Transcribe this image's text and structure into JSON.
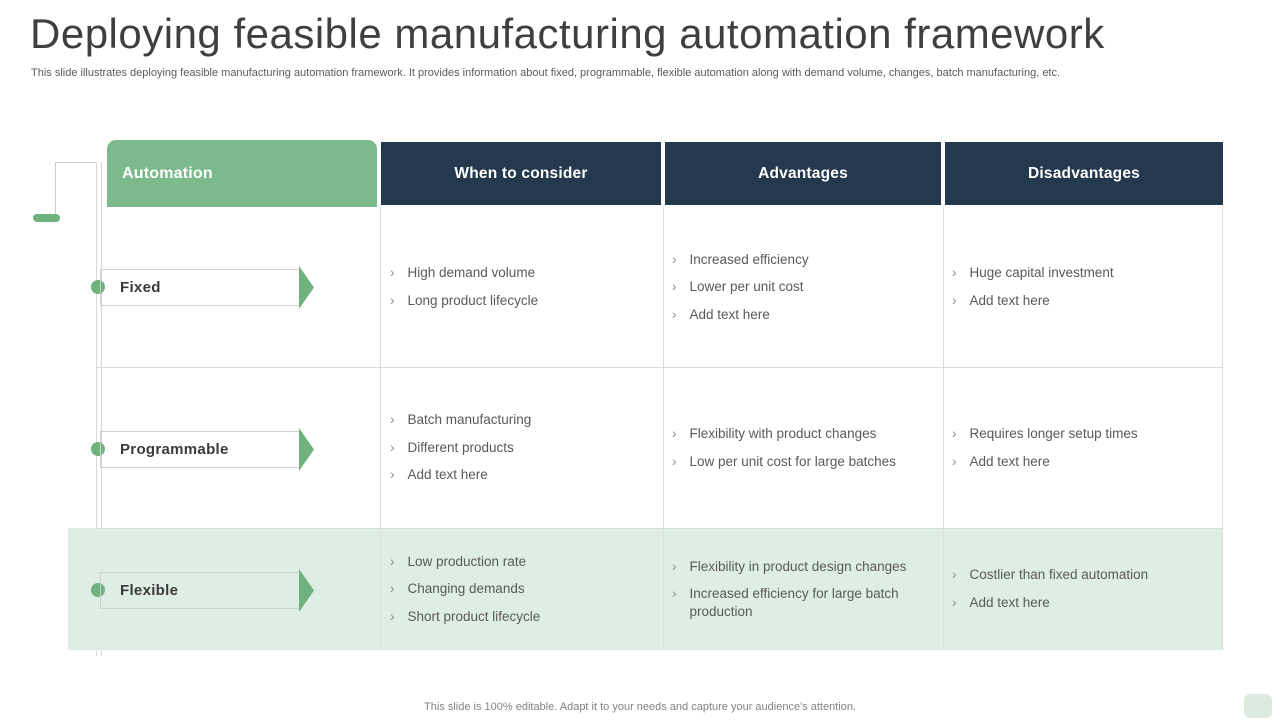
{
  "slide": {
    "title": "Deploying feasible manufacturing automation framework",
    "subtitle": "This slide illustrates deploying feasible manufacturing automation framework. It provides information about fixed, programmable, flexible automation along with demand volume, changes, batch manufacturing, etc.",
    "footer": "This slide is 100% editable. Adapt it to your needs and capture your audience's attention."
  },
  "colors": {
    "header_green": "#7cb98b",
    "header_navy": "#24394e",
    "row_highlight": "#dfeee4",
    "accent_green": "#6fb27e",
    "corner_accent": "#dceadf"
  },
  "bullet_char": "›",
  "table": {
    "headers": [
      "Automation",
      "When to consider",
      "Advantages",
      "Disadvantages"
    ],
    "rows": [
      {
        "label": "Fixed",
        "when": [
          "High demand volume",
          "Long product lifecycle"
        ],
        "advantages": [
          "Increased efficiency",
          "Lower per unit cost",
          "Add text here"
        ],
        "disadvantages": [
          "Huge capital investment",
          "Add text here"
        ]
      },
      {
        "label": "Programmable",
        "when": [
          "Batch manufacturing",
          "Different products",
          "Add text here"
        ],
        "advantages": [
          "Flexibility with product changes",
          "Low per unit cost for large batches"
        ],
        "disadvantages": [
          "Requires longer setup times",
          "Add text here"
        ]
      },
      {
        "label": "Flexible",
        "when": [
          "Low production rate",
          "Changing demands",
          "Short product lifecycle"
        ],
        "advantages": [
          "Flexibility in product design changes",
          "Increased efficiency for large batch production"
        ],
        "disadvantages": [
          "Costlier than fixed automation",
          "Add text here"
        ]
      }
    ]
  }
}
